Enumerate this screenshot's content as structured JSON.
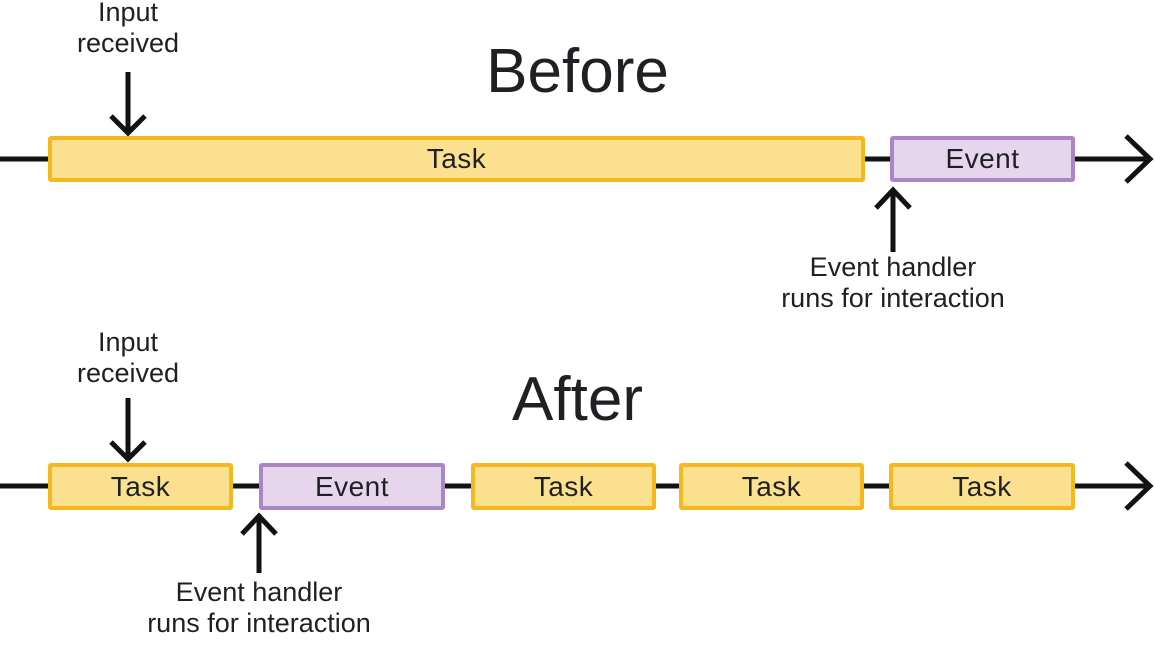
{
  "colors": {
    "task_fill": "#FBE08F",
    "task_border": "#F5B81E",
    "event_fill": "#E5D6ED",
    "event_border": "#AC85C4",
    "text": "#1F2023",
    "line": "#121212"
  },
  "before": {
    "title": "Before",
    "input_annotation": {
      "lines": [
        "Input",
        "received"
      ]
    },
    "handler_annotation": {
      "lines": [
        "Event handler",
        "runs for interaction"
      ]
    },
    "bars": [
      {
        "label": "Task",
        "type": "task"
      },
      {
        "label": "Event",
        "type": "event"
      }
    ]
  },
  "after": {
    "title": "After",
    "input_annotation": {
      "lines": [
        "Input",
        "received"
      ]
    },
    "handler_annotation": {
      "lines": [
        "Event handler",
        "runs for interaction"
      ]
    },
    "bars": [
      {
        "label": "Task",
        "type": "task"
      },
      {
        "label": "Event",
        "type": "event"
      },
      {
        "label": "Task",
        "type": "task"
      },
      {
        "label": "Task",
        "type": "task"
      },
      {
        "label": "Task",
        "type": "task"
      }
    ]
  }
}
